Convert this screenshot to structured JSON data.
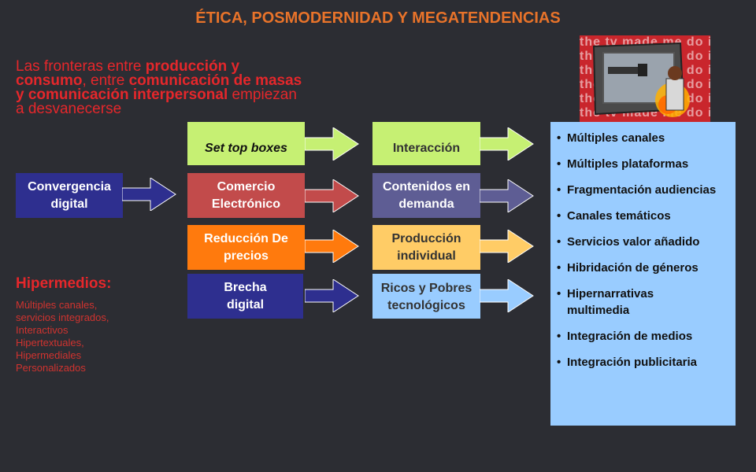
{
  "slide": {
    "title": "ÉTICA, POSMODERNIDAD Y MEGATENDENCIAS",
    "intro": {
      "p1": "Las fronteras entre ",
      "b1": "producción y consumo",
      "p2": ", entre ",
      "b2": "comunicación de masas y comunicación interpersonal",
      "p3": " empiezan a desvanecerse"
    },
    "hypermedia": {
      "title": "Hipermedios:",
      "items": [
        "Múltiples canales,",
        "servicios integrados,",
        "Interactivos",
        "Hipertextuales,",
        "Hipermediales",
        "Personalizados"
      ]
    },
    "boxes": {
      "convergencia": "Convergencia digital",
      "set_top": "Set top boxes",
      "comercio": "Comercio Electrónico",
      "reduccion": "Reducción De precios",
      "brecha": "Brecha digital",
      "interaccion": "Interacción",
      "contenidos": "Contenidos en demanda",
      "produccion": "Producción individual",
      "ricos": "Ricos y Pobres tecnológicos"
    },
    "tendencias": [
      "Múltiples canales",
      "Múltiples plataformas",
      "Fragmentación audiencias",
      "Canales temáticos",
      "Servicios valor añadido",
      "Hibridación de géneros",
      "Hipernarrativas multimedia",
      "Integración de medios",
      "Integración publicitaria"
    ],
    "image_text": "the tv made me do it",
    "colors": {
      "background": "#2c2d33",
      "title": "#e8732a",
      "red_text": "#e5272b",
      "navy": "#2e2f8f",
      "green": "#c6f073",
      "brick": "#c24b4b",
      "orange": "#ff7a0d",
      "slate": "#5e5d94",
      "gold": "#ffcc66",
      "light_blue": "#99ccff"
    },
    "icons": {
      "arrow": "right-arrow-icon",
      "bullet": "bullet-icon"
    }
  }
}
